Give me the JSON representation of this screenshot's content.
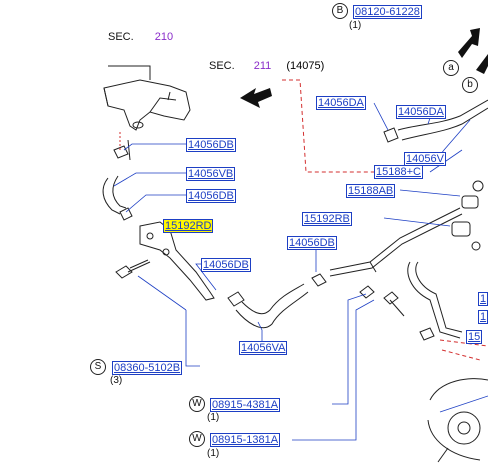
{
  "sections": {
    "sec1": {
      "word": "SEC.",
      "num": "210"
    },
    "sec2": {
      "word": "SEC.",
      "num": "211",
      "extra": "(14075)"
    }
  },
  "callouts": {
    "a": "a",
    "b": "b"
  },
  "fasteners": {
    "top_b": {
      "letter": "B",
      "part": "08120-61228",
      "qty": "(1)"
    },
    "s": {
      "letter": "S",
      "part": "08360-5102B",
      "qty": "(3)"
    },
    "w1": {
      "letter": "W",
      "part": "08915-4381A",
      "qty": "(1)"
    },
    "w2": {
      "letter": "W",
      "part": "08915-1381A",
      "qty": "(1)"
    }
  },
  "parts": {
    "p14056DA_1": "14056DA",
    "p14056DA_2": "14056DA",
    "p14056DB_1": "14056DB",
    "p14056VB": "14056VB",
    "p14056DB_2": "14056DB",
    "p15192RD": "15192RD",
    "p14056DB_3": "14056DB",
    "p14056VA": "14056VA",
    "p14056V": "14056V",
    "p15188C": "15188+C",
    "p15188AB": "15188AB",
    "p15192RB": "15192RB",
    "p14056DB_4": "14056DB",
    "cut1": "1",
    "cut2": "1",
    "cut3": "15"
  },
  "colors": {
    "part_link": "#1d3fc4",
    "highlight": "#fff700",
    "section_number": "#8a2cc9",
    "sec_dashed_line": "#d32f2f"
  }
}
